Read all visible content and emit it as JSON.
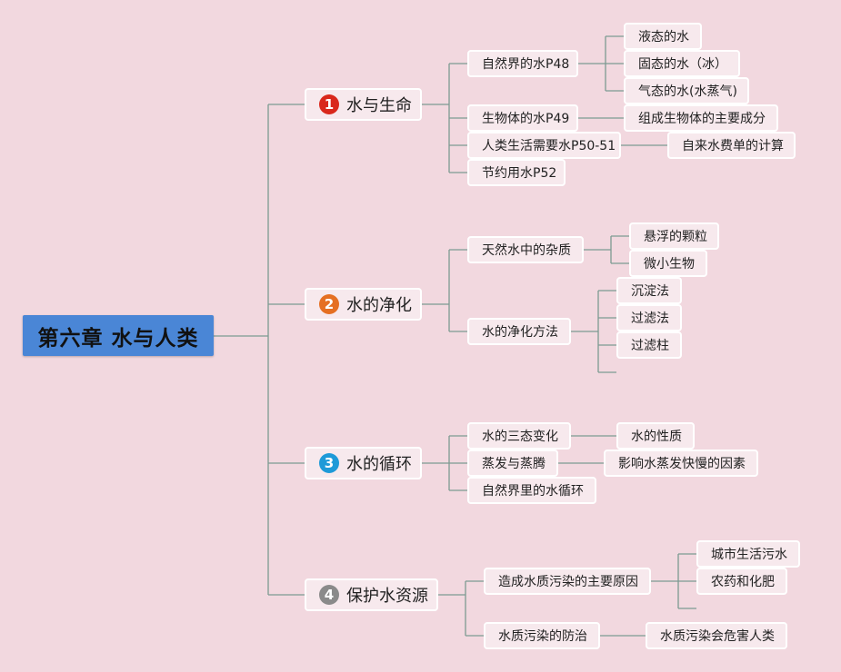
{
  "root": "第六章  水与人类",
  "colors": {
    "background": "#f2d8df",
    "root_fill": "#4a86d6",
    "connector": "#7c9a92",
    "badge_1": "#d9281c",
    "badge_2": "#e56f22",
    "badge_3": "#1e9ad8",
    "badge_4": "#8a8a8a"
  },
  "branches": [
    {
      "num": "1",
      "label": "水与生命",
      "topics": [
        {
          "label": "自然界的水P48",
          "children": [
            "液态的水",
            "固态的水（冰）",
            "气态的水(水蒸气)"
          ]
        },
        {
          "label": "生物体的水P49",
          "children": [
            "组成生物体的主要成分"
          ]
        },
        {
          "label": "人类生活需要水P50-51",
          "children": [
            "自来水费单的计算"
          ]
        },
        {
          "label": "节约用水P52",
          "children": []
        }
      ]
    },
    {
      "num": "2",
      "label": "水的净化",
      "topics": [
        {
          "label": "天然水中的杂质",
          "children": [
            "悬浮的颗粒",
            "微小生物"
          ]
        },
        {
          "label": "水的净化方法",
          "children": [
            "沉淀法",
            "过滤法",
            "过滤柱"
          ]
        }
      ]
    },
    {
      "num": "3",
      "label": "水的循环",
      "topics": [
        {
          "label": "水的三态变化",
          "children": [
            "水的性质"
          ]
        },
        {
          "label": "蒸发与蒸腾",
          "children": [
            "影响水蒸发快慢的因素"
          ]
        },
        {
          "label": "自然界里的水循环",
          "children": []
        }
      ]
    },
    {
      "num": "4",
      "label": "保护水资源",
      "topics": [
        {
          "label": "造成水质污染的主要原因",
          "children": [
            "城市生活污水",
            "农药和化肥"
          ]
        },
        {
          "label": "水质污染的防治",
          "children": [
            "水质污染会危害人类"
          ]
        }
      ]
    }
  ]
}
